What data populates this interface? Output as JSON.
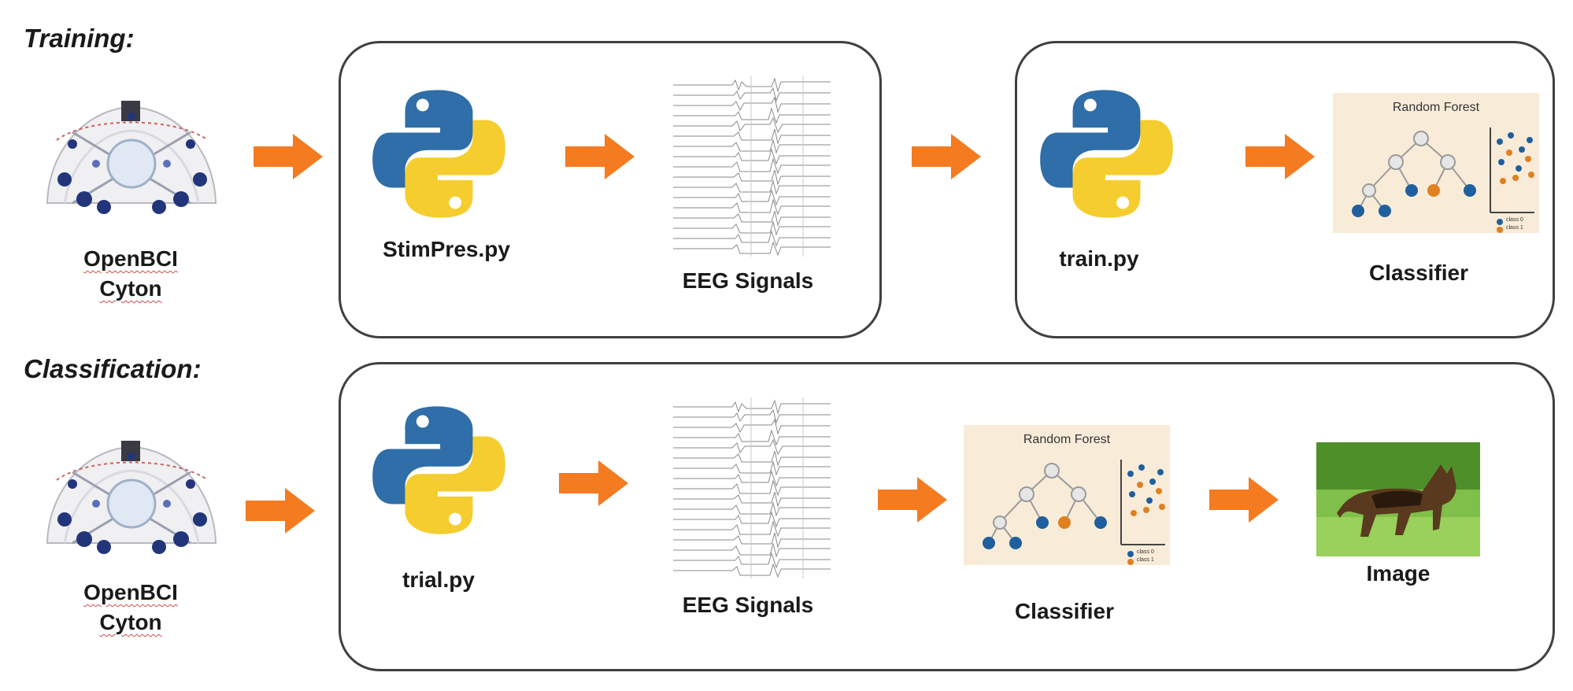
{
  "training": {
    "title": "Training:",
    "device_line1": "OpenBCI",
    "device_line2": "Cyton",
    "stim_script": "StimPres.py",
    "eeg_label": "EEG Signals",
    "train_script": "train.py",
    "classifier_label": "Classifier"
  },
  "classification": {
    "title": "Classification:",
    "device_line1": "OpenBCI",
    "device_line2": "Cyton",
    "trial_script": "trial.py",
    "eeg_label": "EEG Signals",
    "classifier_label": "Classifier",
    "output_label": "Image"
  },
  "classifier_graphic": {
    "title": "Random Forest",
    "legend_class0": "class 0",
    "legend_class1": "class 1"
  },
  "colors": {
    "arrow": "#f47b20",
    "panel_border": "#404040",
    "python_blue": "#2f6ea8",
    "python_yellow": "#f5cd2e",
    "rf_background": "#f8ecd9",
    "class0": "#1f5f9e",
    "class1": "#e0801f"
  }
}
